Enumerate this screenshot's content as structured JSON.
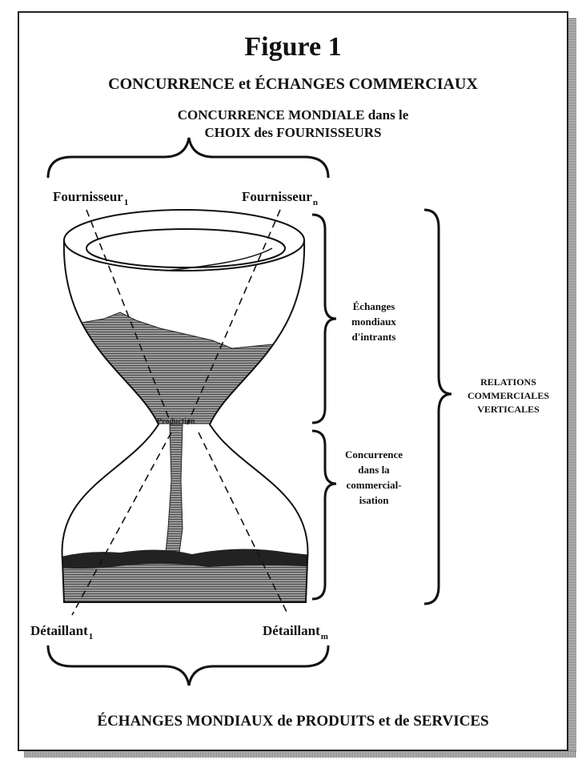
{
  "title": "Figure 1",
  "subtitle": "CONCURRENCE et ÉCHANGES COMMERCIAUX",
  "top_label": {
    "line1": "CONCURRENCE MONDIALE dans le",
    "line2": "CHOIX des FOURNISSEURS"
  },
  "suppliers": {
    "first": {
      "name": "Fournisseur",
      "sub": "1"
    },
    "last": {
      "name": "Fournisseur",
      "sub": "n"
    }
  },
  "retailers": {
    "first": {
      "name": "Détaillant",
      "sub": "1"
    },
    "last": {
      "name": "Détaillant",
      "sub": "m"
    }
  },
  "center_label": "Production",
  "right_labels": {
    "upper": [
      "Échanges",
      "mondiaux",
      "d'intrants"
    ],
    "lower": [
      "Concurrence",
      "dans la",
      "commercial-",
      "isation"
    ],
    "outer": [
      "RELATIONS",
      "COMMERCIALES",
      "VERTICALES"
    ]
  },
  "bottom_label": "ÉCHANGES MONDIAUX de PRODUITS et de SERVICES"
}
